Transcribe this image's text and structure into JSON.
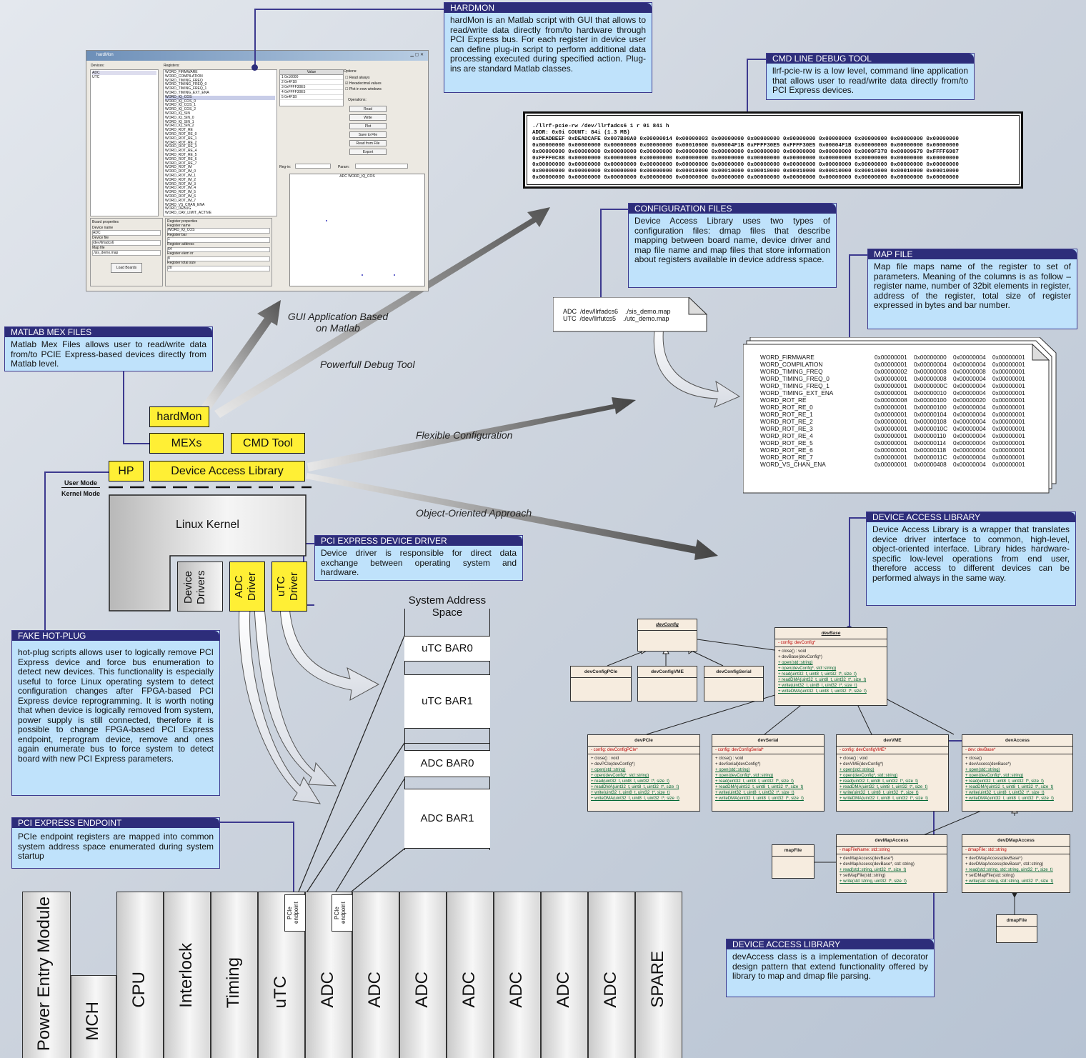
{
  "hardmon_window": {
    "title": "hardMon",
    "devices_label": "Devices:",
    "devices": [
      "ADC",
      "UTC"
    ],
    "registers_label": "Registers:",
    "registers": [
      "WORD_FIRMWARE",
      "WORD_COMPILATION",
      "WORD_TIMING_FREQ",
      "WORD_TIMING_FREQ_0",
      "WORD_TIMING_FREQ_1",
      "WORD_TIMING_EXT_ENA",
      "WORD_IQ_COS",
      "WORD_IQ_COS_0",
      "WORD_IQ_COS_1",
      "WORD_IQ_COS_2",
      "WORD_IQ_SIN",
      "WORD_IQ_SIN_0",
      "WORD_IQ_SIN_1",
      "WORD_IQ_SIN_2",
      "WORD_ROT_RE",
      "WORD_ROT_RE_0",
      "WORD_ROT_RE_1",
      "WORD_ROT_RE_2",
      "WORD_ROT_RE_3",
      "WORD_ROT_RE_4",
      "WORD_ROT_RE_5",
      "WORD_ROT_RE_6",
      "WORD_ROT_RE_7",
      "WORD_ROT_IM",
      "WORD_ROT_IM_0",
      "WORD_ROT_IM_1",
      "WORD_ROT_IM_2",
      "WORD_ROT_IM_3",
      "WORD_ROT_IM_4",
      "WORD_ROT_IM_5",
      "WORD_ROT_IM_6",
      "WORD_ROT_IM_7",
      "WORD_VS_CHAN_ENA",
      "WORD_DEBUG",
      "WORD_CAV_LIMIT_ACTIVE"
    ],
    "value_header": "Value",
    "values": [
      "0x10000",
      "0x4F1B",
      "0xFFFF30E5",
      "0xFFFF30E5",
      "0x4F1B"
    ],
    "options_label": "Options:",
    "options": [
      "Read always",
      "Hexadecimal values",
      "Plot in new windows"
    ],
    "operations_label": "Operations:",
    "buttons": [
      "Read",
      "Write",
      "Plot",
      "Save to File",
      "Read from File",
      "Export"
    ],
    "plugin_label": "Reg-in:",
    "param_label": "Param:",
    "plot_title": "ADC WORD_IQ_COS",
    "board_props_label": "Board properties",
    "device_name_label": "Device name",
    "device_name": "ADC",
    "device_file_label": "Device file",
    "device_file": "/dev/llrfadcs6",
    "map_file_label": "Map file",
    "map_file": "./sis_demo.map",
    "load_boards": "Load Boards",
    "reg_props_label": "Register properties",
    "reg_name_label": "Register name",
    "reg_name": "WORD_IQ_COS",
    "reg_bar_label": "Register bar",
    "reg_bar": "1",
    "reg_addr_label": "Register address",
    "reg_addr": "64",
    "reg_elem_label": "Register elem nr",
    "reg_elem": "8",
    "reg_size_label": "Register total size",
    "reg_size": "20"
  },
  "callouts": {
    "hardmon": {
      "title": "HARDMON",
      "body": "hardMon is an Matlab script with GUI that allows to read/write data directly from/to hardware through PCI Express bus. For each register in device user can define plug-in script to perform additional data processing executed during specified action. Plug-ins are standard Matlab classes."
    },
    "cmd": {
      "title": "CMD LINE DEBUG TOOL",
      "body": "llrf-pcie-rw is a low level, command line application that allows user to read/write data directly from/to PCI Express devices."
    },
    "config": {
      "title": "CONFIGURATION FILES",
      "body": "Device Access Library uses two types of configuration files: dmap files that describe mapping between board name, device driver and map file name and map files that store information about registers available in device address space."
    },
    "mapfile": {
      "title": "MAP FILE",
      "body": "Map file maps name of the register to set of parameters. Meaning of the columns is as follow – register name, number of 32bit elements in register, address of the register, total size of register expressed in bytes and bar number."
    },
    "matlab": {
      "title": "MATLAB MEX FILES",
      "body": "Matlab Mex Files allows user to read/write data from/to PCIE Express-based devices directly from Matlab level."
    },
    "pcidriver": {
      "title": "PCI EXPRESS DEVICE DRIVER",
      "body": "Device driver is responsible for direct data exchange between operating system and hardware."
    },
    "dal": {
      "title": "DEVICE ACCESS LIBRARY",
      "body": "Device Access Library is a wrapper that translates device driver interface to common, high-level, object-oriented interface. Library hides hardware-specific low-level operations from end user, therefore access to different devices can be performed always in the same way."
    },
    "hotplug": {
      "title": "FAKE HOT-PLUG",
      "body": "hot-plug scripts allows user to logically remove PCI Express device and force bus enumeration to detect new devices. This functionality is especially useful to force Linux operating system to detect configuration changes after FPGA-based PCI Express device reprogramming. It is worth noting that when device is logically removed from system, power supply is still connected, therefore it is possible to change FPGA-based PCI Express endpoint, reprogram device, remove and ones again enumerate bus to force system to detect board with new PCI Express parameters."
    },
    "endpoint": {
      "title": "PCI EXPRESS ENDPOINT",
      "body": "PCIe endpoint registers are mapped into common system address space enumerated during system startup"
    },
    "dal2": {
      "title": "DEVICE ACCESS LIBRARY",
      "body": "devAccess class is a implementation of decorator design pattern that extend functionality offered by library to map and dmap file parsing."
    }
  },
  "terminal": {
    "lines": [
      "./llrf-pcie-rw /dev/llrfadcs6 1 r 0i 84i h",
      "ADDR: 0x0i COUNT: 84i (1.3 MB)",
      "0xDEADBEEF 0xDEADCAFE 0x007B98A0 0x00000014 0x00000003 0x00000000 0x00000000 0x00000000 0x00000000 0x00000000 0x00000000 0x00000000",
      "0x00000000 0x00000000 0x00000000 0x00000000 0x00010000 0x00004F1B 0xFFFF30E5 0xFFFF30E5 0x00004F1B 0x00000000 0x00000000 0x00000000",
      "0x00000000 0x00000000 0x00000000 0x00000000 0x00000000 0x00000000 0x00000000 0x00000000 0x00000000 0x0000F378 0x00009679 0xFFFF6987",
      "0xFFFF0C88 0x00000000 0x00000000 0x00000000 0x00000000 0x00000000 0x00000000 0x00000000 0x00000000 0x00000000 0x00000000 0x00000000",
      "0x00000000 0x00000000 0x00000000 0x00000000 0x00000000 0x00000000 0x00000000 0x00000000 0x00000000 0x00000000 0x00000000 0x00000000",
      "0x00000000 0x00000000 0x00000000 0x00000000 0x00010000 0x00010000 0x00010000 0x00010000 0x00010000 0x00010000 0x00010000 0x00010000",
      "0x00000000 0x00000000 0x00000000 0x00000000 0x00000000 0x00000000 0x00000000 0x00000000 0x00000000 0x00000000 0x00000000 0x00000000"
    ]
  },
  "dmap": {
    "lines": [
      "ADC  /dev/llrfadcs6    ./sis_demo.map",
      "UTC  /dev/llrfutcs5    ./utc_demo.map"
    ]
  },
  "mapfile_rows": [
    [
      "WORD_FIRMWARE",
      "0x00000001",
      "0x00000000",
      "0x00000004",
      "0x00000001"
    ],
    [
      "WORD_COMPILATION",
      "0x00000001",
      "0x00000004",
      "0x00000004",
      "0x00000001"
    ],
    [
      "WORD_TIMING_FREQ",
      "0x00000002",
      "0x00000008",
      "0x00000008",
      "0x00000001"
    ],
    [
      "WORD_TIMING_FREQ_0",
      "0x00000001",
      "0x00000008",
      "0x00000004",
      "0x00000001"
    ],
    [
      "WORD_TIMING_FREQ_1",
      "0x00000001",
      "0x0000000C",
      "0x00000004",
      "0x00000001"
    ],
    [
      "WORD_TIMING_EXT_ENA",
      "0x00000001",
      "0x00000010",
      "0x00000004",
      "0x00000001"
    ],
    [
      "WORD_ROT_RE",
      "0x00000008",
      "0x00000100",
      "0x00000020",
      "0x00000001"
    ],
    [
      "WORD_ROT_RE_0",
      "0x00000001",
      "0x00000100",
      "0x00000004",
      "0x00000001"
    ],
    [
      "WORD_ROT_RE_1",
      "0x00000001",
      "0x00000104",
      "0x00000004",
      "0x00000001"
    ],
    [
      "WORD_ROT_RE_2",
      "0x00000001",
      "0x00000108",
      "0x00000004",
      "0x00000001"
    ],
    [
      "WORD_ROT_RE_3",
      "0x00000001",
      "0x0000010C",
      "0x00000004",
      "0x00000001"
    ],
    [
      "WORD_ROT_RE_4",
      "0x00000001",
      "0x00000110",
      "0x00000004",
      "0x00000001"
    ],
    [
      "WORD_ROT_RE_5",
      "0x00000001",
      "0x00000114",
      "0x00000004",
      "0x00000001"
    ],
    [
      "WORD_ROT_RE_6",
      "0x00000001",
      "0x00000118",
      "0x00000004",
      "0x00000001"
    ],
    [
      "WORD_ROT_RE_7",
      "0x00000001",
      "0x0000011C",
      "0x00000004",
      "0x00000001"
    ],
    [
      "WORD_VS_CHAN_ENA",
      "0x00000001",
      "0x00000408",
      "0x00000004",
      "0x00000001"
    ]
  ],
  "arrow_labels": {
    "gui": "GUI Application Based\non Matlab",
    "debug": "Powerfull Debug Tool",
    "flex": "Flexible Configuration",
    "oop": "Object-Oriented Approach"
  },
  "stack": {
    "hardmon": "hardMon",
    "mexs": "MEXs",
    "cmd": "CMD Tool",
    "hp": "HP",
    "dal": "Device Access Library",
    "user_mode": "User Mode",
    "kernel_mode": "Kernel Mode",
    "kernel": "Linux Kernel",
    "dev_drivers": "Device Drivers",
    "adc_driver": "ADC Driver",
    "utc_driver": "uTC Driver"
  },
  "address_space": {
    "title": "System Address Space",
    "bars": [
      "uTC BAR0",
      "uTC BAR1",
      "ADC BAR0",
      "ADC BAR1"
    ]
  },
  "crate": {
    "pem": "Power Entry Module",
    "mch": "MCH",
    "slots": [
      "CPU",
      "Interlock",
      "Timing",
      "uTC",
      "ADC",
      "ADC",
      "ADC",
      "ADC",
      "ADC",
      "ADC",
      "ADC",
      "SPARE"
    ],
    "pcie_endpoint": "PCIe endpoint"
  },
  "uml": {
    "devConfig": "devConfig",
    "devConfigPCIe": "devConfigPCIe",
    "devConfigVME": "devConfigVME",
    "devConfigSerial": "devConfigSerial",
    "devBase": {
      "name": "devBase",
      "attr": "- config: devConfig*",
      "methods": [
        "+ close() : void",
        "+ devBase(devConfig*)",
        "+ open(std::string)",
        "+ open(devConfig*, std::string)",
        "+ read(uint32_t, uint8_t, uint32_t*, size_t)",
        "+ readDMA(uint32_t, uint8_t, uint32_t*, size_t)",
        "+ write(uint32_t, uint8_t, uint32_t*, size_t)",
        "+ writeDMA(uint32_t, uint8_t, uint32_t*, size_t)"
      ]
    },
    "devPCIe": {
      "name": "devPCIe",
      "attr": "- config: devConfigPCIe*",
      "methods": [
        "+ close() : void",
        "+ devPCIe(devConfig*)",
        "+ open(std::string)",
        "+ open(devConfig*, std::string)",
        "+ read(uint32_t, uint8_t, uint32_t*, size_t)",
        "+ readDMA(uint32_t, uint8_t, uint32_t*, size_t)",
        "+ write(uint32_t, uint8_t, uint32_t*, size_t)",
        "+ writeDMA(uint32_t, uint8_t, uint32_t*, size_t)"
      ]
    },
    "devSerial": {
      "name": "devSerial",
      "attr": "- config: devConfigSerial*",
      "methods": [
        "+ close() : void",
        "+ devSerial(devConfig*)",
        "+ open(std::string)",
        "+ open(devConfig*, std::string)",
        "+ read(uint32_t, uint8_t, uint32_t*, size_t)",
        "+ readDMA(uint32_t, uint8_t, uint32_t*, size_t)",
        "+ write(uint32_t, uint8_t, uint32_t*, size_t)",
        "+ writeDMA(uint32_t, uint8_t, uint32_t*, size_t)"
      ]
    },
    "devVME": {
      "name": "devVME",
      "attr": "- config: devConfigVME*",
      "methods": [
        "+ close() : void",
        "+ devVME(devConfig*)",
        "+ open(std::string)",
        "+ open(devConfig*, std::string)",
        "+ read(uint32_t, uint8_t, uint32_t*, size_t)",
        "+ readDMA(uint32_t, uint8_t, uint32_t*, size_t)",
        "+ write(uint32_t, uint8_t, uint32_t*, size_t)",
        "+ writeDMA(uint32_t, uint8_t, uint32_t*, size_t)"
      ]
    },
    "devAccess": {
      "name": "devAccess",
      "attr": "- dev: devBase*",
      "methods": [
        "+ close()",
        "+ devAccess(devBase*)",
        "+ open(std::string)",
        "+ open(devConfig*, std::string)",
        "+ read(uint32_t, uint8_t, uint32_t*, size_t)",
        "+ readDMA(uint32_t, uint8_t, uint32_t*, size_t)",
        "+ write(uint32_t, uint8_t, uint32_t*, size_t)",
        "+ writeDMA(uint32_t, uint8_t, uint32_t*, size_t)"
      ]
    },
    "devMapAccess": {
      "name": "devMapAccess",
      "attr": "- mapFileName: std::string",
      "methods": [
        "+ devMapAccess(devBase*)",
        "+ devMapAccess(devBase*, std::string)",
        "+ read(std::string, uint32_t*, size_t)",
        "+ setMapFile(std::string)",
        "+ write(std::string, uint32_t*, size_t)"
      ]
    },
    "devDMapAccess": {
      "name": "devDMapAccess",
      "attr": "- dmapFile: std::string",
      "methods": [
        "+ devDMapAccess(devBase*)",
        "+ devDMapAccess(devBase*, std::string)",
        "+ read(std::string, std::string, uint32_t*, size_t)",
        "+ setDMapFile(std::string)",
        "+ write(std::string, std::string, uint32_t*, size_t)"
      ]
    },
    "mapFile": "mapFile",
    "dmapFile": "dmapFile"
  },
  "colors": {
    "callout_bg": "#bfe2fb",
    "callout_header": "#2d2d7a",
    "yellow": "#ffef35"
  }
}
